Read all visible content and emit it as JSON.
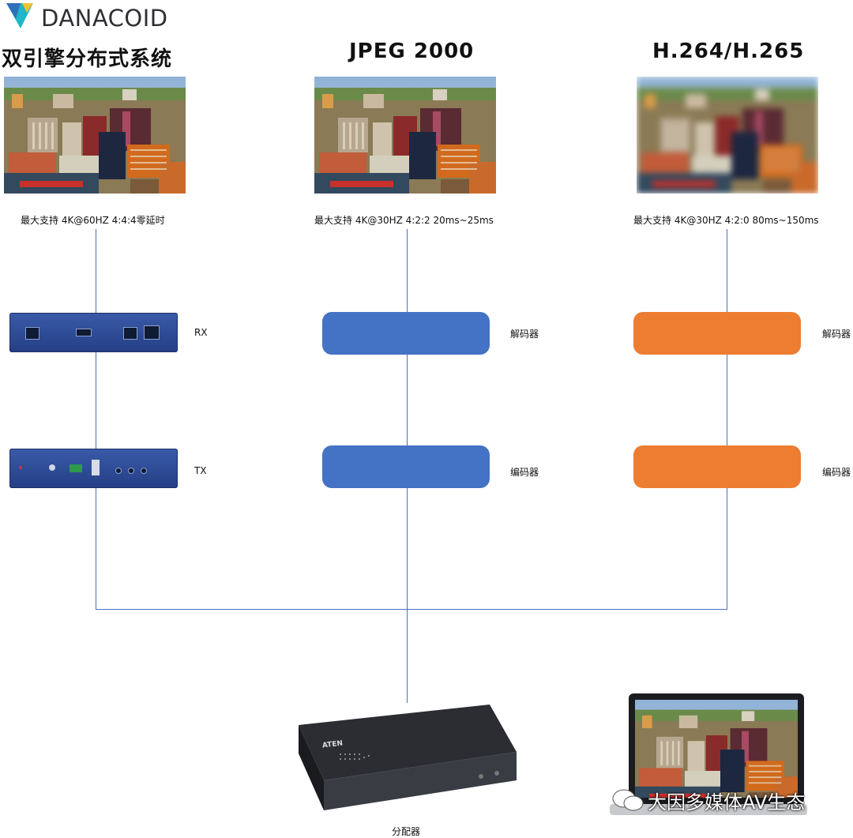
{
  "brand": {
    "name": "DANACOID",
    "colors": {
      "teal": "#1fb6c9",
      "blue": "#2f6fb8",
      "yellow": "#f2c230"
    }
  },
  "columns": [
    {
      "title": "双引擎分布式系统",
      "caption": "最大支持 4K@60HZ 4:4:4零延时",
      "top_label": "RX",
      "bottom_label": "TX"
    },
    {
      "title": "JPEG 2000",
      "caption": "最大支持 4K@30HZ 4:2:2 20ms~25ms",
      "top_label": "解码器",
      "bottom_label": "编码器",
      "box_color": "#4472c4"
    },
    {
      "title": "H.264/H.265",
      "caption": "最大支持 4K@30HZ 4:2:0 80ms~150ms",
      "top_label": "解码器",
      "bottom_label": "编码器",
      "box_color": "#ed7d31"
    }
  ],
  "splitter": {
    "label": "分配器",
    "brand": "ATEN"
  },
  "watermark": {
    "text": "大因多媒体AV生态"
  },
  "line_color": "#4a6fc4"
}
